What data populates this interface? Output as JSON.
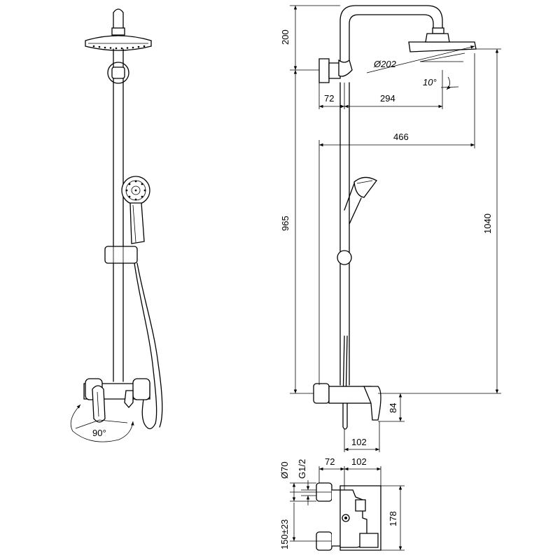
{
  "dimensions": {
    "head_height": "200",
    "bracket_offset": "72",
    "head_projection": "294",
    "head_diameter": "Ø202",
    "head_angle": "10°",
    "total_projection": "466",
    "column_height": "965",
    "total_height": "1040",
    "mixer_drop": "84",
    "mixer_depth": "102",
    "lever_rotation": "90°",
    "inlet_diameter": "Ø70",
    "thread": "G1/2",
    "bottom_offset": "72",
    "bottom_depth": "102",
    "centres": "150±23",
    "mixer_length": "178"
  }
}
